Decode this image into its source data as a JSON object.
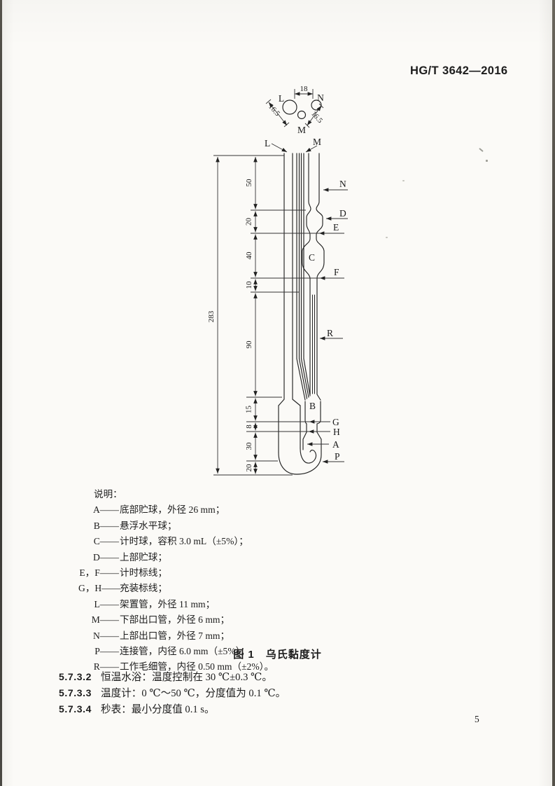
{
  "header": {
    "doc_number": "HG/T 3642—2016"
  },
  "diagram": {
    "plan_view": {
      "label_l": "L",
      "label_n": "N",
      "label_m": "M",
      "dim_width": "18",
      "dim_left_diag": "16.5",
      "dim_right_diag": "16.5"
    },
    "front_view": {
      "label_l": "L",
      "label_m": "M",
      "label_n": "N",
      "label_d": "D",
      "label_e": "E",
      "label_c": "C",
      "label_f": "F",
      "label_r": "R",
      "label_b": "B",
      "label_g": "G",
      "label_h": "H",
      "label_a": "A",
      "label_p": "P",
      "overall_height": "283",
      "segments": [
        "50",
        "20",
        "40",
        "10",
        "90",
        "15",
        "8",
        "30",
        "20"
      ]
    },
    "caption": "图 1　乌氏黏度计"
  },
  "legend": {
    "title": "说明：",
    "items": [
      {
        "label": "A——",
        "desc": "底部贮球，外径 26 mm；"
      },
      {
        "label": "B——",
        "desc": "悬浮水平球；"
      },
      {
        "label": "C——",
        "desc": "计时球，容积 3.0 mL（±5%）；"
      },
      {
        "label": "D——",
        "desc": "上部贮球；"
      },
      {
        "label": "E，F——",
        "desc": "计时标线；"
      },
      {
        "label": "G，H——",
        "desc": "充装标线；"
      },
      {
        "label": "L——",
        "desc": "架置管，外径 11 mm；"
      },
      {
        "label": "M——",
        "desc": "下部出口管，外径 6 mm；"
      },
      {
        "label": "N——",
        "desc": "上部出口管，外径 7 mm；"
      },
      {
        "label": "P——",
        "desc": "连接管，内径 6.0 mm（±5%）；"
      },
      {
        "label": "R——",
        "desc": "工作毛细管，内径 0.50 mm（±2%）。"
      }
    ]
  },
  "sections": [
    {
      "num": "5.7.3.2",
      "text": "恒温水浴：温度控制在 30 ℃±0.3 ℃。"
    },
    {
      "num": "5.7.3.3",
      "text": "温度计：0 ℃～50 ℃，分度值为 0.1 ℃。"
    },
    {
      "num": "5.7.3.4",
      "text": "秒表：最小分度值 0.1 s。"
    }
  ],
  "page_number": "5"
}
